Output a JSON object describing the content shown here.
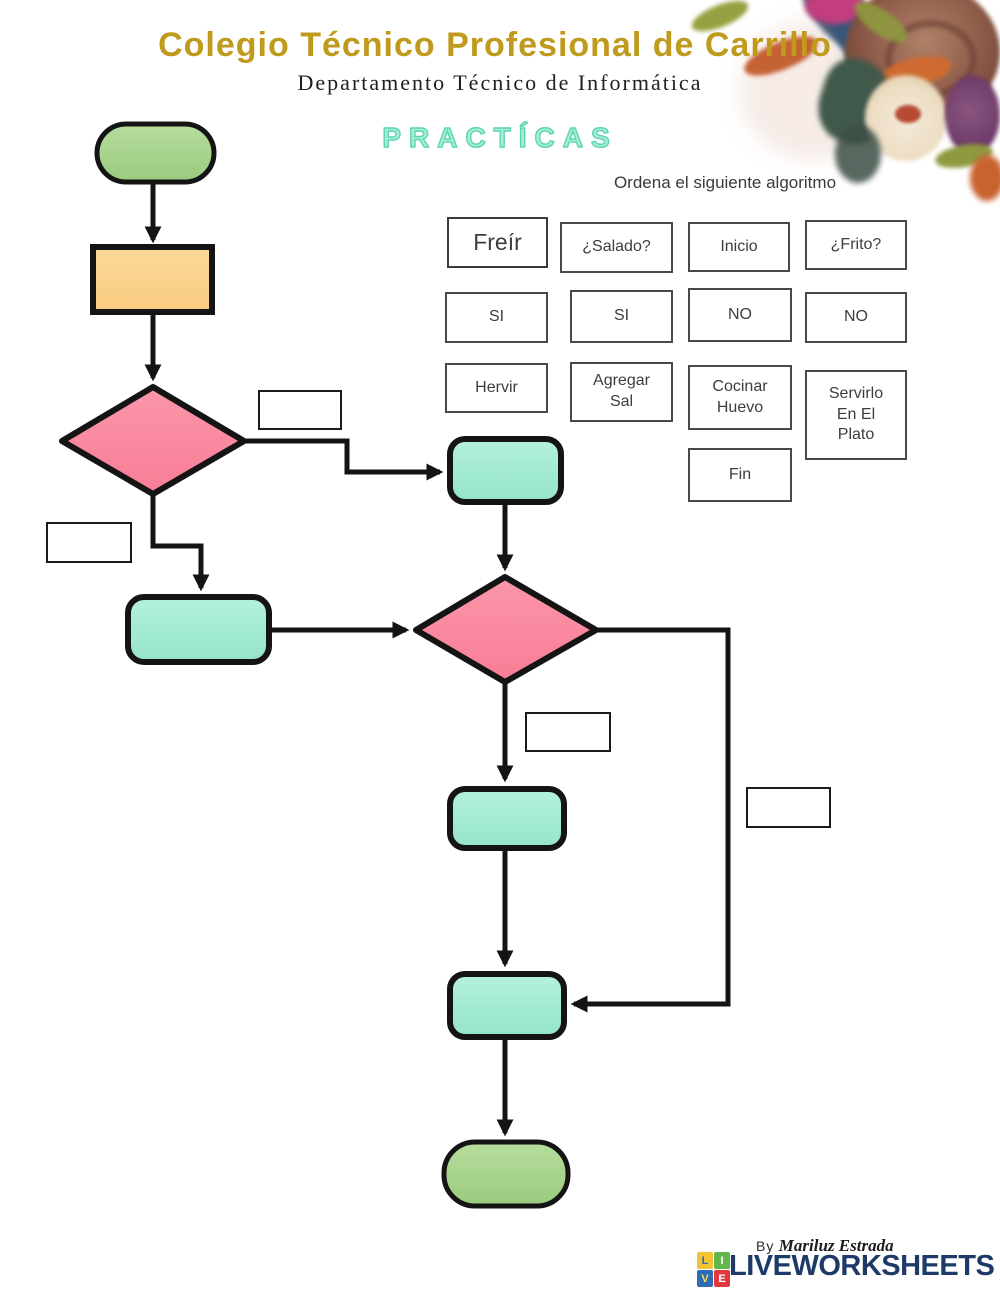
{
  "header": {
    "school_name": "Colegio Técnico Profesional de Carrillo",
    "department": "Departamento Técnico de Informática",
    "practice_title": "PRACTÍCAS"
  },
  "instruction": "Ordena el siguiente algoritmo",
  "word_bank": {
    "items": [
      {
        "label": "Freír"
      },
      {
        "label": "¿Salado?"
      },
      {
        "label": "Inicio"
      },
      {
        "label": "¿Frito?"
      },
      {
        "label": "SI"
      },
      {
        "label": "SI"
      },
      {
        "label": "NO"
      },
      {
        "label": "NO"
      },
      {
        "label": "Hervir"
      },
      {
        "label": "Agregar Sal"
      },
      {
        "label": "Cocinar Huevo"
      },
      {
        "label": "Servirlo En El Plato"
      },
      {
        "label": "Fin"
      }
    ]
  },
  "flowchart": {
    "shapes": [
      {
        "id": "start-terminator",
        "type": "terminator",
        "fill": "#a9d18e"
      },
      {
        "id": "process-box",
        "type": "process",
        "fill": "#fbd38d"
      },
      {
        "id": "decision-1",
        "type": "decision",
        "fill": "#f98ba0"
      },
      {
        "id": "step-after-decision-1",
        "type": "rounded-process",
        "fill": "#a2ead5"
      },
      {
        "id": "step-left-branch",
        "type": "rounded-process",
        "fill": "#a2ead5"
      },
      {
        "id": "decision-2",
        "type": "decision",
        "fill": "#f98ba0"
      },
      {
        "id": "step-below-decision-2",
        "type": "rounded-process",
        "fill": "#a2ead5"
      },
      {
        "id": "step-merge",
        "type": "rounded-process",
        "fill": "#a2ead5"
      },
      {
        "id": "end-terminator",
        "type": "terminator",
        "fill": "#a9d18e"
      }
    ],
    "answer_slot_count": 4,
    "line_color": "#141414"
  },
  "footer": {
    "byline_prefix": "By",
    "author": "Mariluz Estrada",
    "brand": "LIVEWORKSHEETS",
    "logo_letters": [
      "L",
      "I",
      "V",
      "E"
    ],
    "brand_color": "#1d3a68"
  },
  "colors": {
    "title_gold": "#bf9a1d",
    "practicas_mint": "#a5efd5",
    "practicas_outline": "#5ed4b4",
    "terminator_green": "#a9d18e",
    "process_orange": "#fbd38d",
    "decision_pink": "#f98ba0",
    "step_teal": "#a2ead5",
    "outline_black": "#141414"
  }
}
